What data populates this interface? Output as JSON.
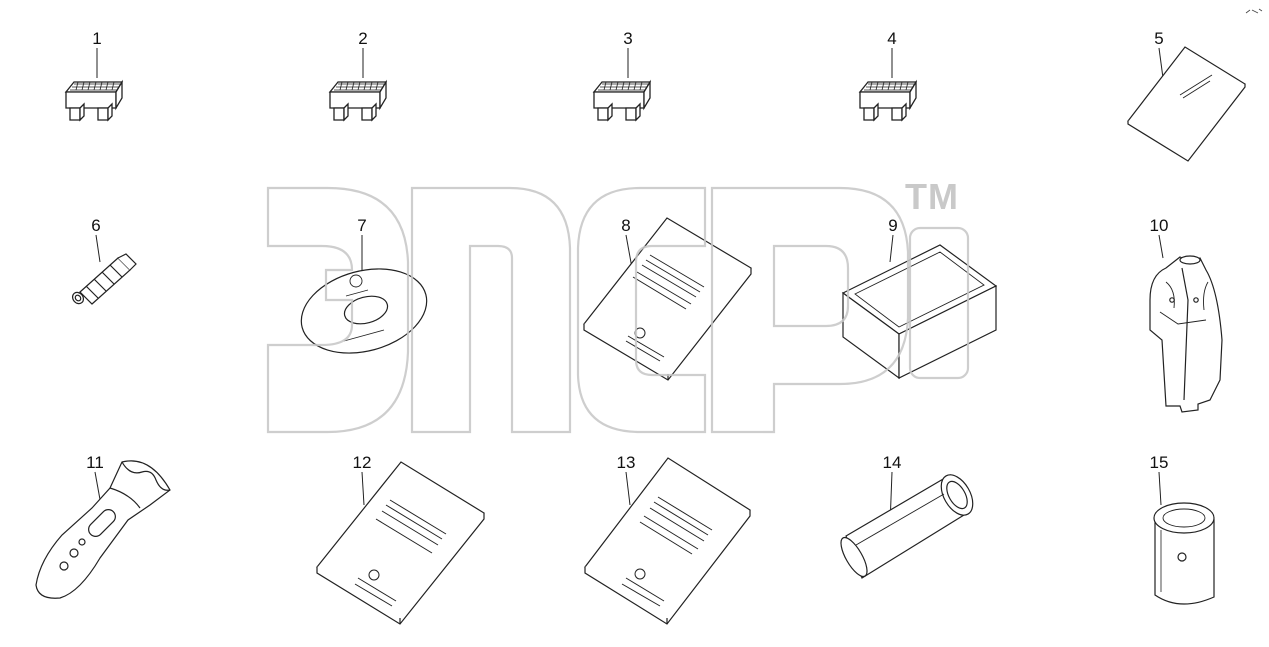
{
  "watermark": {
    "trademark": "TM"
  },
  "parts": [
    {
      "label": "1",
      "icon": "fuse-icon"
    },
    {
      "label": "2",
      "icon": "fuse-icon"
    },
    {
      "label": "3",
      "icon": "fuse-icon"
    },
    {
      "label": "4",
      "icon": "fuse-icon"
    },
    {
      "label": "5",
      "icon": "manual-booklet-icon"
    },
    {
      "label": "6",
      "icon": "connector-icon"
    },
    {
      "label": "7",
      "icon": "cd-disc-icon"
    },
    {
      "label": "8",
      "icon": "manual-book-icon"
    },
    {
      "label": "9",
      "icon": "tool-box-icon"
    },
    {
      "label": "10",
      "icon": "work-coat-icon"
    },
    {
      "label": "11",
      "icon": "flashlight-icon"
    },
    {
      "label": "12",
      "icon": "manual-book-icon"
    },
    {
      "label": "13",
      "icon": "manual-book-icon"
    },
    {
      "label": "14",
      "icon": "tube-cylinder-icon"
    },
    {
      "label": "15",
      "icon": "canister-icon"
    }
  ],
  "colors": {
    "line": "#222222",
    "watermark": "#c8c8c8"
  }
}
